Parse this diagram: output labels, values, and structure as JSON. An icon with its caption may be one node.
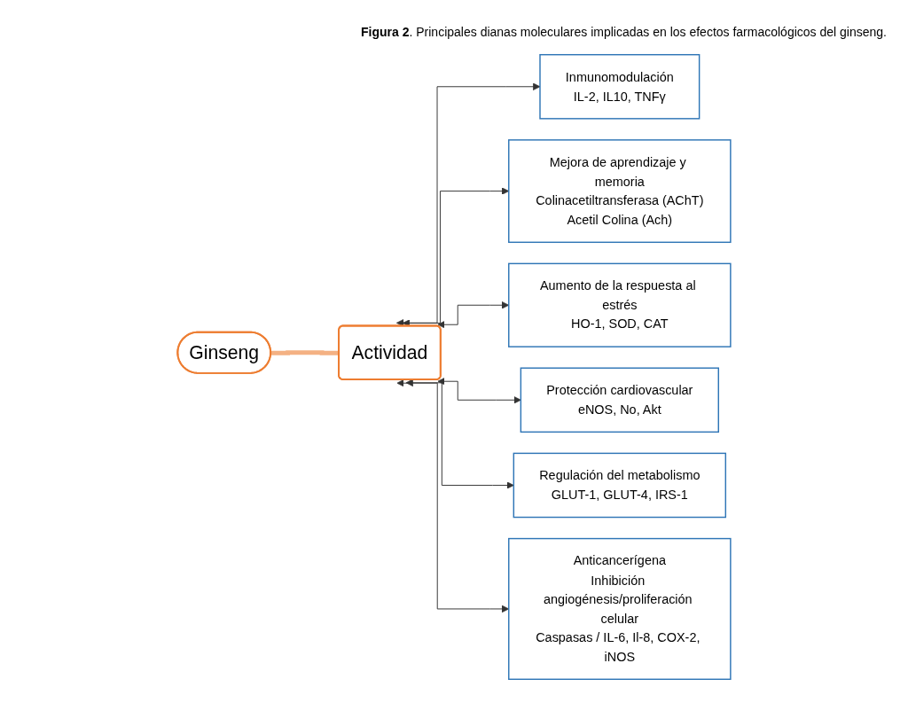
{
  "diagram": {
    "caption": "**Figura 2**. Principales dianas moleculares implicadas en los efectos farmacológicos del ginseng.",
    "nodes": [
      {
        "text": [
          "Ginseng"
        ]
      },
      {
        "text": [
          "Actividad"
        ]
      },
      {
        "text": [
          "Inmunomodulación",
          "IL-2, IL10, TNFγ"
        ]
      },
      {
        "text": [
          "Mejora de aprendizaje y memoria",
          "Colinacetiltransferasa (AChT)",
          "Acetil Colina (Ach)"
        ]
      },
      {
        "text": [
          "Aumento de la respuesta al estrés",
          "HO-1, SOD, CAT"
        ]
      },
      {
        "text": [
          "Protección cardiovascular",
          "eNOS, No, Akt"
        ]
      },
      {
        "text": [
          "Regulación del metabolismo",
          "GLUT-1, GLUT-4, IRS-1"
        ]
      },
      {
        "text": [
          "Anticancerígena",
          "Inhibición angiogénesis/proliferación celular",
          "Caspasas / IL-6, Il-8, COX-2, iNOS"
        ]
      }
    ],
    "edges": [
      {
        "from": 0,
        "to": 1,
        "arrow": "none",
        "style": "thick",
        "color": "#f4b183"
      },
      {
        "from": 1,
        "to": 2,
        "arrow": "both"
      },
      {
        "from": 1,
        "to": 3,
        "arrow": "both"
      },
      {
        "from": 1,
        "to": 4,
        "arrow": "both"
      },
      {
        "from": 1,
        "to": 5,
        "arrow": "both"
      },
      {
        "from": 1,
        "to": 6,
        "arrow": "both"
      },
      {
        "from": 1,
        "to": 7,
        "arrow": "both"
      }
    ]
  }
}
